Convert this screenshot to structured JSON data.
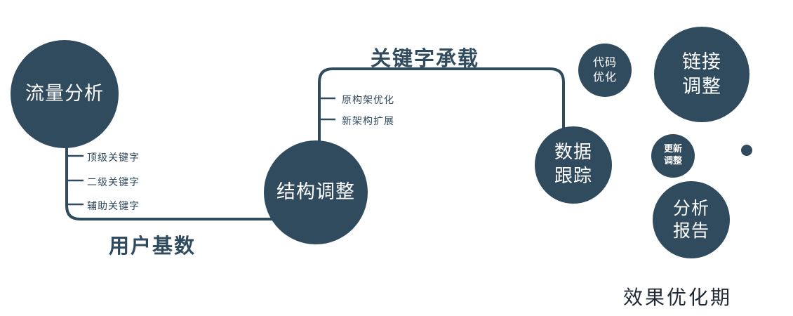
{
  "colors": {
    "primary": "#304a5e",
    "footer_text": "#1f2933"
  },
  "nodes": {
    "traffic": {
      "label": "流量分析"
    },
    "structure": {
      "label": "结构调整"
    },
    "tracking": {
      "line1": "数据",
      "line2": "跟踪"
    },
    "code": {
      "line1": "代码",
      "line2": "优化"
    },
    "link": {
      "line1": "链接",
      "line2": "调整"
    },
    "update": {
      "line1": "更新",
      "line2": "调整"
    },
    "report": {
      "line1": "分析",
      "line2": "报告"
    }
  },
  "edge_labels": {
    "user_base": "用户基数",
    "keyword_carry": "关键字承载"
  },
  "branches": {
    "traffic": [
      "顶级关键字",
      "二级关键字",
      "辅助关键字"
    ],
    "structure": [
      "原构架优化",
      "新架构扩展"
    ]
  },
  "footer": {
    "label": "效果优化期"
  }
}
